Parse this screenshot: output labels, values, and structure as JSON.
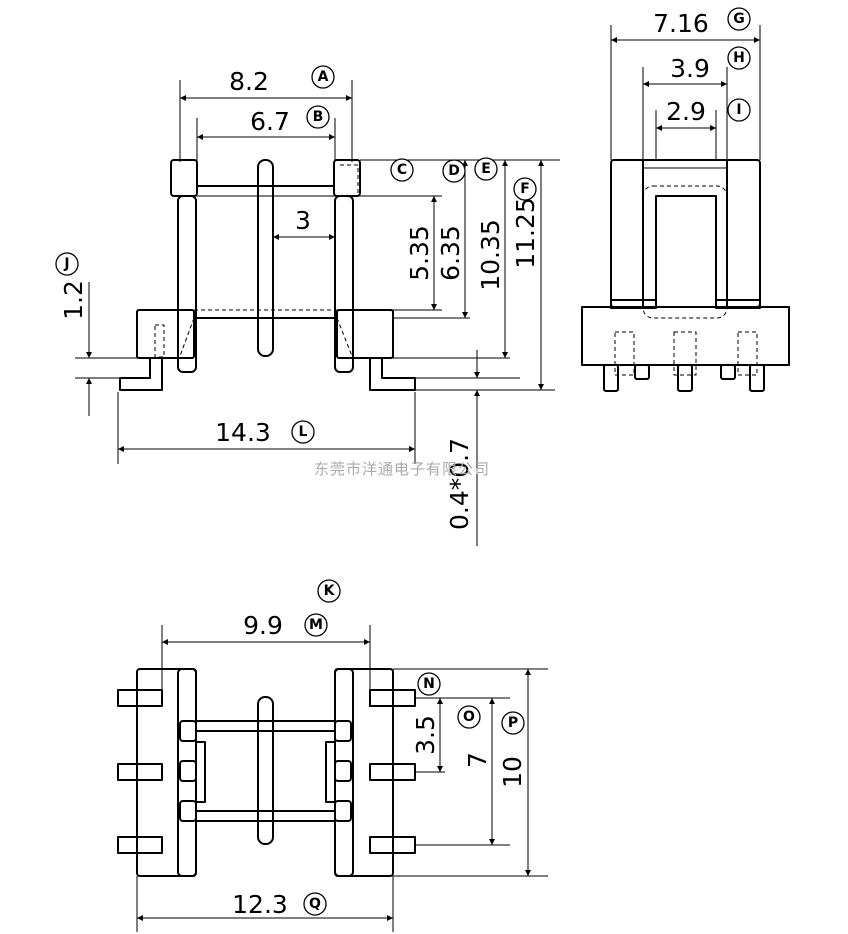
{
  "front_view": {
    "dimensions": {
      "width_a": "8.2",
      "width_b": "6.7",
      "winding_width": "3",
      "height_5_35": "5.35",
      "height_6_35": "6.35",
      "height_10_35": "10.35",
      "height_11_25": "11.25",
      "pin_offset_j": "1.2",
      "overall_width_l": "14.3",
      "pin_thickness": "0.4*0.7"
    },
    "tags": {
      "a": "A",
      "b": "B",
      "c": "C",
      "d": "D",
      "e": "E",
      "f": "F",
      "j": "J",
      "l": "L"
    }
  },
  "side_view": {
    "dimensions": {
      "width_g": "7.16",
      "width_h": "3.9",
      "width_i": "2.9"
    },
    "tags": {
      "g": "G",
      "h": "H",
      "i": "I"
    }
  },
  "bottom_view": {
    "dimensions": {
      "width_m": "9.9",
      "pitch_o": "3.5",
      "span_7": "7",
      "height_p": "10",
      "overall_q": "12.3"
    },
    "tags": {
      "k": "K",
      "m": "M",
      "n": "N",
      "o": "O",
      "p": "P",
      "q": "Q"
    }
  },
  "watermark": "东莞市洋通电子有限公司"
}
